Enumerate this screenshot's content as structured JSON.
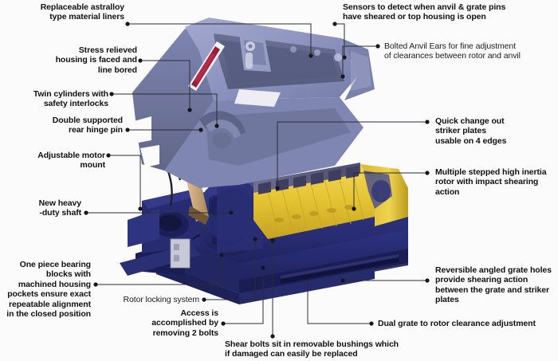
{
  "diagram": {
    "title": "Industrial Impact Crusher / Shredder Cutaway Callout Diagram",
    "background_color": "#fbfbfc",
    "machine": {
      "upper_housing_color": "#8b92bd",
      "upper_housing_shadow": "#6c7099",
      "rotor_color": "#e8c53c",
      "rotor_shadow": "#b99a24",
      "base_color": "#2a2f7a",
      "base_shadow": "#1b1f5c",
      "cylinder_color": "#d8b184",
      "logo_color": "#9c1c3c"
    },
    "leader_line_color": "#2b2b33",
    "dot_color": "#16161c"
  },
  "callouts": [
    {
      "id": "replaceable-liners",
      "text": "Replaceable astralloy\ntype material liners",
      "align": "right",
      "bold": true
    },
    {
      "id": "sensors-detect",
      "text": "Sensors to detect when anvil & grate pins\nhave sheared or top housing is open",
      "align": "left",
      "bold": true
    },
    {
      "id": "bolted-anvil-ears",
      "text": "Bolted Anvil Ears for fine adjustment\nof clearances between rotor and anvil",
      "align": "left",
      "bold": false
    },
    {
      "id": "stress-relieved-housing",
      "text": "Stress relieved\nhousing is faced and\nline bored",
      "align": "right",
      "bold": true
    },
    {
      "id": "twin-cylinders",
      "text": "Twin cylinders with\nsafety interlocks",
      "align": "right",
      "bold": true
    },
    {
      "id": "double-supported-hinge-pin",
      "text": "Double supported\nrear hinge pin",
      "align": "right",
      "bold": true
    },
    {
      "id": "adjustable-motor-mount",
      "text": "Adjustable motor\nmount",
      "align": "right",
      "bold": true
    },
    {
      "id": "new-heavy-duty-shaft",
      "text": "New heavy\n-duty shaft",
      "align": "right",
      "bold": true
    },
    {
      "id": "quick-change-striker-plates",
      "text": "Quick change out\nstriker plates\nusable on 4 edges",
      "align": "left",
      "bold": true
    },
    {
      "id": "multiple-stepped-rotor",
      "text": "Multiple stepped high inertia\nrotor with impact shearing\naction",
      "align": "left",
      "bold": true
    },
    {
      "id": "one-piece-bearing-blocks",
      "text": "One piece bearing\nblocks with\nmachined housing\npockets ensure exact\nrepeatable alignment\nin the closed position",
      "align": "right",
      "bold": true
    },
    {
      "id": "rotor-locking-system",
      "text": "Rotor locking system",
      "align": "right",
      "bold": false
    },
    {
      "id": "access-accomplished",
      "text": "Access is\naccomplished by\nremoving 2 bolts",
      "align": "right",
      "bold": true
    },
    {
      "id": "reversible-angled-grate-holes",
      "text": "Reversible angled grate holes\nprovide  shearing action\nbetween the grate and striker\nplates",
      "align": "left",
      "bold": true
    },
    {
      "id": "dual-grate-clearance",
      "text": "Dual grate to rotor clearance adjustment",
      "align": "left",
      "bold": true
    },
    {
      "id": "shear-bolts-bushings",
      "text": "Shear bolts sit in removable bushings which\nif damaged can easily be replaced",
      "align": "left",
      "bold": true
    }
  ]
}
